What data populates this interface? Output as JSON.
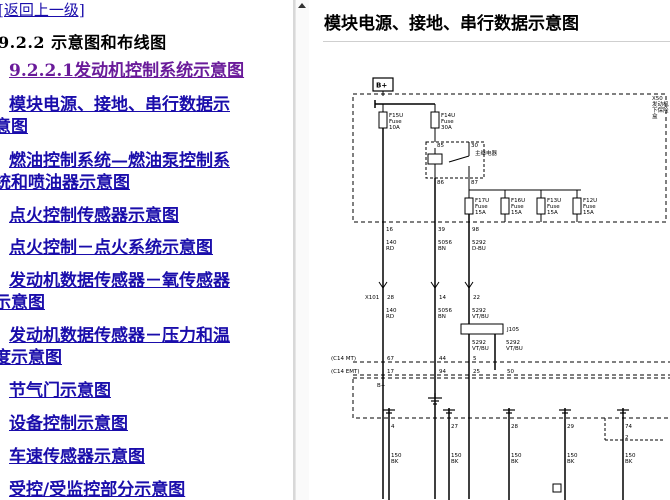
{
  "nav": {
    "back": "[返回上一级]",
    "section": "9.2.2 示意图和布线图",
    "items": [
      "9.2.2.1发动机控制系统示意图",
      "模块电源、接地、串行数据示",
      "意图",
      "燃油控制系统—燃油泵控制系",
      "统和喷油器示意图",
      "点火控制传感器示意图",
      "点火控制－点火系统示意图",
      "发动机数据传感器－氧传感器",
      "示意图",
      "发动机数据传感器－压力和温",
      "度示意图",
      "节气门示意图",
      "设备控制示意图",
      "车速传感器示意图",
      "受控/受监控部分示意图"
    ]
  },
  "content": {
    "title": "模块电源、接地、串行数据示意图"
  },
  "diagram": {
    "bplus": "B+",
    "x50": [
      "X50",
      "发动机",
      "下保险",
      "盒"
    ],
    "fuses": [
      {
        "id": "F15U",
        "type": "Fuse",
        "rating": "10A"
      },
      {
        "id": "F14U",
        "type": "Fuse",
        "rating": "30A"
      }
    ],
    "relay": {
      "label": "主继电器",
      "pins": [
        "85",
        "30",
        "86",
        "87"
      ]
    },
    "fuses_small": [
      {
        "id": "F17U",
        "type": "Fuse",
        "rating": "15A"
      },
      {
        "id": "F16U",
        "type": "Fuse",
        "rating": "15A"
      },
      {
        "id": "F13U",
        "type": "Fuse",
        "rating": "15A"
      },
      {
        "id": "F12U",
        "type": "Fuse",
        "rating": "15A"
      }
    ],
    "top_pins": [
      "16",
      "39",
      "98"
    ],
    "top_wires": [
      [
        "140",
        "RD"
      ],
      [
        "5056",
        "BN"
      ],
      [
        "5292",
        "D-BU"
      ]
    ],
    "x101": {
      "label": "X101",
      "pins": [
        "28",
        "14",
        "22"
      ]
    },
    "mid_wires": [
      [
        "140",
        "RD"
      ],
      [
        "5056",
        "BN"
      ],
      [
        "5292",
        "VT/BU"
      ]
    ],
    "j105": "J105",
    "j_wires": [
      [
        "5292",
        "VT/BU"
      ],
      [
        "5292",
        "VT/BU"
      ]
    ],
    "c14mt": {
      "label": "(C14 MT)",
      "pins": [
        "67",
        "44",
        "5"
      ]
    },
    "c14emt": {
      "label": "(C14 EMT)",
      "pins": [
        "17",
        "94",
        "25",
        "50"
      ]
    },
    "ecm_bplus": "B+",
    "gnd_pins": [
      "4",
      "27",
      "28",
      "29",
      "74"
    ],
    "right_pin": "2",
    "gnd_wires": [
      [
        "150",
        "BK"
      ],
      [
        "150",
        "BK"
      ],
      [
        "150",
        "BK"
      ],
      [
        "150",
        "BK"
      ],
      [
        "150",
        "BK"
      ]
    ]
  }
}
